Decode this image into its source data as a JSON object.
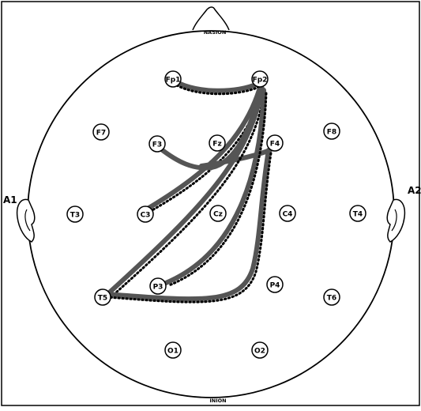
{
  "labels": {
    "nasion": "NASION",
    "inion": "INION",
    "left_ear": "A1",
    "right_ear": "A2"
  },
  "electrodes": [
    {
      "id": "fp1",
      "label": "Fp1"
    },
    {
      "id": "fp2",
      "label": "Fp2"
    },
    {
      "id": "f7",
      "label": "F7"
    },
    {
      "id": "f3",
      "label": "F3"
    },
    {
      "id": "fz",
      "label": "Fz"
    },
    {
      "id": "f4",
      "label": "F4"
    },
    {
      "id": "f8",
      "label": "F8"
    },
    {
      "id": "t3",
      "label": "T3"
    },
    {
      "id": "c3",
      "label": "C3"
    },
    {
      "id": "cz",
      "label": "Cz"
    },
    {
      "id": "c4",
      "label": "C4"
    },
    {
      "id": "t4",
      "label": "T4"
    },
    {
      "id": "t5",
      "label": "T5"
    },
    {
      "id": "p3",
      "label": "P3"
    },
    {
      "id": "p4",
      "label": "P4"
    },
    {
      "id": "t6",
      "label": "T6"
    },
    {
      "id": "o1",
      "label": "O1"
    },
    {
      "id": "o2",
      "label": "O2"
    }
  ],
  "connections": [
    {
      "from": "Fp1",
      "to": "Fp2",
      "style": "dotted"
    },
    {
      "from": "Fp2",
      "to": "C3",
      "style": "dotted"
    },
    {
      "from": "Fp2",
      "to": "T5",
      "style": "dotted"
    },
    {
      "from": "Fp2",
      "to": "F3",
      "style": "solid"
    },
    {
      "from": "Fp2",
      "to": "P3",
      "style": "dotted"
    },
    {
      "from": "F3",
      "to": "F4",
      "style": "solid"
    },
    {
      "from": "F4",
      "to": "T5",
      "style": "dotted"
    },
    {
      "from": "T5",
      "to": "F4",
      "style": "dotted"
    }
  ]
}
